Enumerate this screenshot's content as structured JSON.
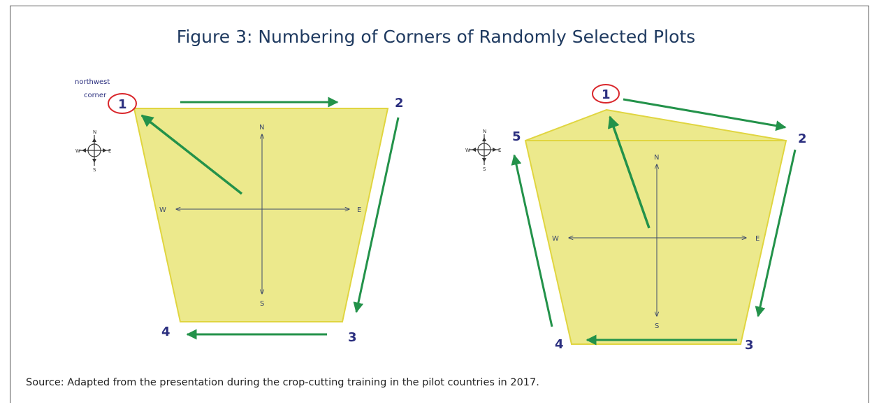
{
  "title": "Figure 3: Numbering of Corners of Randomly Selected Plots",
  "source": "Source: Adapted from the presentation during the crop-cutting training in the pilot countries in 2017.",
  "compass": {
    "n": "N",
    "s": "S",
    "e": "E",
    "w": "W"
  },
  "colors": {
    "plot_fill": "#ece98c",
    "plot_border": "#e0d540",
    "arrow": "#23924a",
    "number": "#2b2f7f",
    "highlight_circle": "#d9262b",
    "title": "#1f3a60"
  },
  "icons": [
    "compass-rose-icon"
  ],
  "plot_left": {
    "note_line1": "northwest",
    "note_line2": "corner",
    "corners": [
      "1",
      "2",
      "3",
      "4"
    ]
  },
  "plot_right": {
    "corners": [
      "1",
      "2",
      "3",
      "4",
      "5"
    ]
  }
}
